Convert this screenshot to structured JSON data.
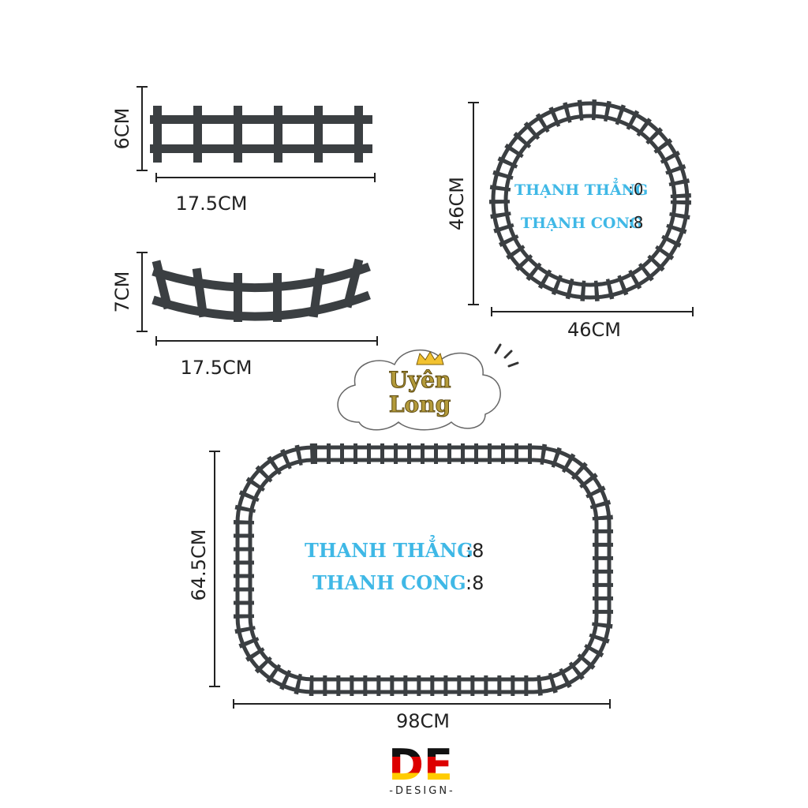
{
  "pieces": {
    "straight": {
      "height_label": "6CM",
      "width_label": "17.5CM"
    },
    "curved": {
      "height_label": "7CM",
      "width_label": "17.5CM"
    }
  },
  "circle_layout": {
    "height_label": "46CM",
    "width_label": "46CM",
    "straight_label": "THẠNH THẲNG",
    "straight_count": ":0",
    "curved_label": "THẠNH CONG",
    "curved_count": ":8"
  },
  "oval_layout": {
    "height_label": "64.5CM",
    "width_label": "98CM",
    "straight_label": "THANH THẲNG",
    "straight_count": ":8",
    "curved_label": "THANH CONG",
    "curved_count": ":8"
  },
  "watermark": {
    "line1": "Uyên",
    "line2": "Long"
  },
  "brand": {
    "mark": "DE",
    "tagline": "-DESIGN-"
  },
  "colors": {
    "track": "#3b3f42",
    "label": "#3fb8e6",
    "flag_black": "#111111",
    "flag_red": "#dd0000",
    "flag_gold": "#ffcc00"
  }
}
